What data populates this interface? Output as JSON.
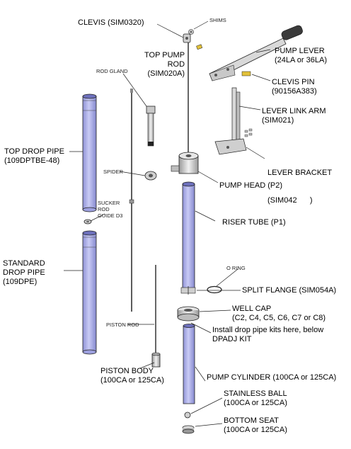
{
  "labels": {
    "clevis": "CLEVIS (SIM0320)",
    "shims": "SHIMS",
    "top_pump_rod": [
      "TOP PUMP",
      "ROD",
      "(SIM020A)"
    ],
    "pump_lever": [
      "PUMP LEVER",
      "(24LA or 36LA)"
    ],
    "rod_gland": "ROD GLAND",
    "clevis_pin": [
      "CLEVIS PIN",
      "(90156A383)"
    ],
    "lever_link_arm": [
      "LEVER LINK ARM",
      "(SIM021)"
    ],
    "top_drop_pipe": [
      "TOP DROP PIPE",
      "(109DPTBE-48)"
    ],
    "lever_bracket": [
      "LEVER BRACKET",
      "(SIM042      )"
    ],
    "spider": "SPIDER",
    "pump_head": "PUMP HEAD (P2)",
    "sucker_rod_guide": [
      "SUCKER",
      "ROD",
      "GUIDE D3"
    ],
    "riser_tube": "RISER TUBE (P1)",
    "standard_drop_pipe": [
      "STANDARD",
      "DROP PIPE",
      "(109DPE)"
    ],
    "o_ring": "O RING",
    "split_flange": "SPLIT FLANGE (SIM054A)",
    "well_cap": [
      "WELL CAP",
      "(C2, C4, C5, C6, C7 or C8)"
    ],
    "install_note": [
      "Install drop pipe kits here, below",
      "DPADJ KIT"
    ],
    "piston_rod": "PISTON ROD",
    "piston_body": [
      "PISTON BODY",
      "(100CA or 125CA)"
    ],
    "pump_cylinder": "PUMP CYLINDER (100CA or 125CA)",
    "stainless_ball": [
      "STAINLESS BALL",
      "(100CA or 125CA)"
    ],
    "bottom_seat": [
      "BOTTOM SEAT",
      "(100CA or 125CA)"
    ]
  },
  "colors": {
    "pipe_fill": "#b4b6ec",
    "pipe_dark": "#8588cf",
    "line": "#222222",
    "metal": "#d8d8d8"
  }
}
